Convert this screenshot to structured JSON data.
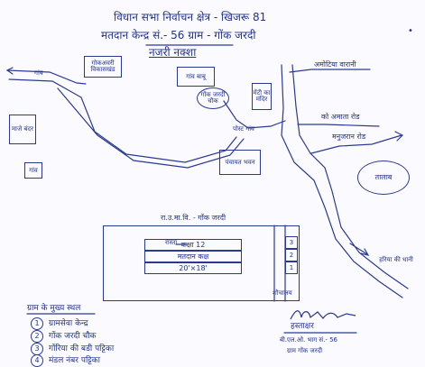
{
  "header": {
    "title": "विधान सभा निर्वाचन क्षेत्र - खिजरू 81",
    "subtitle": "मतदान केन्द्र सं.- 56 ग्राम - गोंक जरदी",
    "map_title": "नजरी नक्शा"
  },
  "map_labels": {
    "top_left_box": "गोकअवरी विकासखंड",
    "tl_box": "गांव",
    "center_box_top": "गांव बाबू",
    "circle_top": "गोंक जरदी चौक",
    "small_box_center": "मेंटी का मंदिर",
    "top_right_road": "अमोटिया वारानी",
    "right_road_mid": "को अमाता रोड",
    "right_road_2": "मनुजरान रोड",
    "pond_circle": "तालाब",
    "left_box_1": "माजे बंदर",
    "left_box_2": "गांव",
    "mid_box": "पंचायत भवन",
    "junction": "पोस्ट गांव",
    "school_label": "रा.उ.मा.वि. - गोंक जरदी",
    "school_box_1": "कक्षा 12",
    "school_box_2": "मतदान कक्ष",
    "school_box_3": "20'×18'",
    "strip_1": "3",
    "strip_2": "2",
    "strip_3": "1",
    "strip_bottom": "शौचालय",
    "bottom_right_road": "हरिया की धानी",
    "arrow_label": "रास्ता"
  },
  "legend": {
    "title": "ग्राम के मुख्य स्थल",
    "items": [
      {
        "num": "1",
        "text": "ग्रामसेवा केन्द्र"
      },
      {
        "num": "2",
        "text": "गोंक जरदी चौक"
      },
      {
        "num": "3",
        "text": "गोंरिया की बडी पट्टिका"
      },
      {
        "num": "4",
        "text": "मंडल नंबर पट्टिका"
      }
    ]
  },
  "signature": {
    "role": "हस्ताक्षर",
    "line1": "बी.एल.ओ. भाग सं.- 56",
    "line2": "ग्राम गोंक जरदी"
  }
}
